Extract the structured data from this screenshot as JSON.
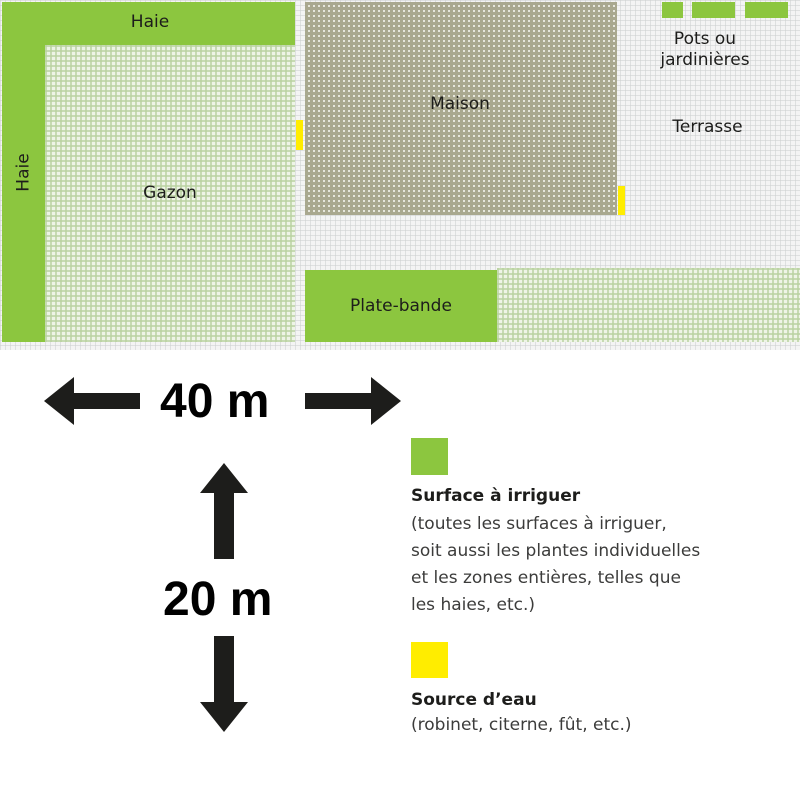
{
  "plan": {
    "zones": {
      "hedge_top": "Haie",
      "hedge_left": "Haie",
      "lawn": "Gazon",
      "house": "Maison",
      "pots": "Pots ou\njardinières",
      "terrace": "Terrasse",
      "flowerbed": "Plate-bande"
    },
    "colors": {
      "irrigation_green": "#8cc63f",
      "water_yellow": "#ffed00",
      "house_grid": "#a9a88f",
      "lawn_grid": "#cfe0b8",
      "terrace_grid": "#e4e6e6"
    }
  },
  "dimensions": {
    "width_label": "40 m",
    "height_label": "20 m"
  },
  "legend": {
    "items": [
      {
        "color": "#8cc63f",
        "title": "Surface à irriguer",
        "description": "(toutes les surfaces à irriguer,\nsoit aussi les plantes individuelles\net les zones entières, telles que\nles haies, etc.)"
      },
      {
        "color": "#ffed00",
        "title": "Source d’eau",
        "description": "(robinet, citerne, fût, etc.)"
      }
    ]
  }
}
